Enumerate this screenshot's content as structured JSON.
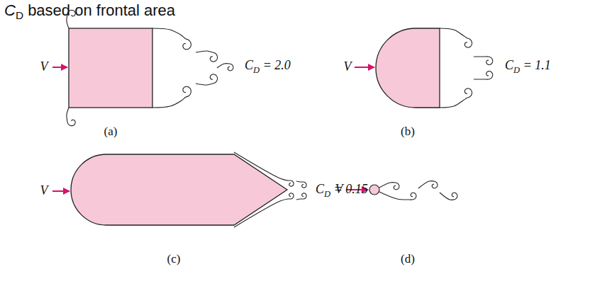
{
  "diagram": {
    "title": "CD based on frontal area",
    "labels": [
      "V",
      "CD = 2.0",
      "(a)",
      "V",
      "CD = 1.1",
      "(b)",
      "V",
      "CD = 0.15",
      "(c)",
      "V",
      "(d)"
    ]
  }
}
